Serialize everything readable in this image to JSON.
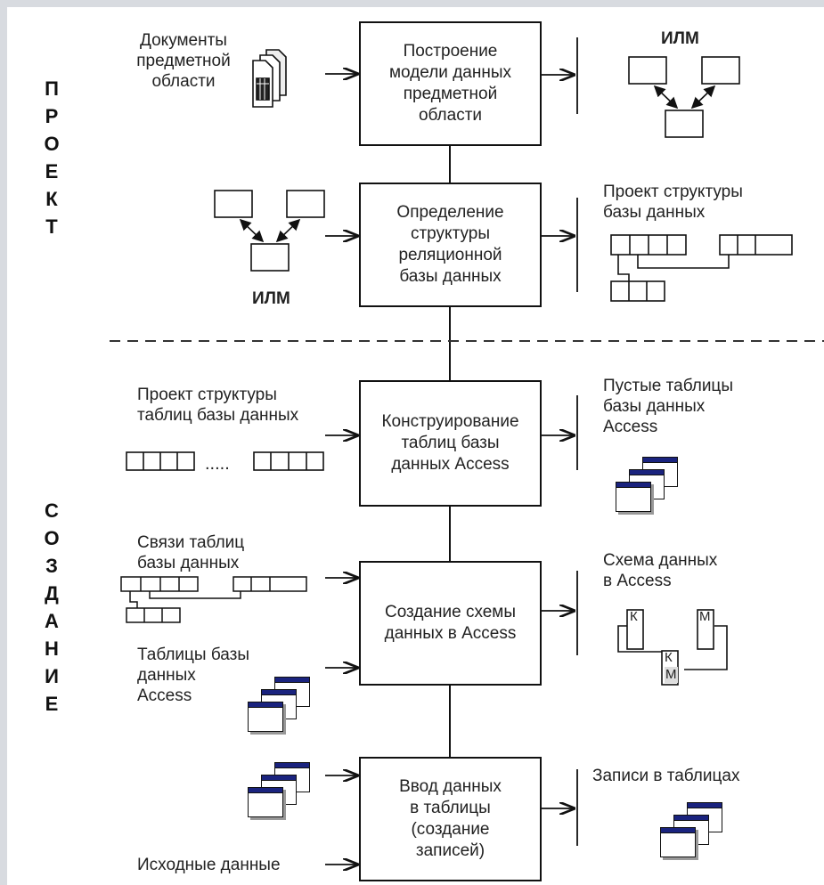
{
  "sections": {
    "top": [
      "П",
      "Р",
      "О",
      "Е",
      "К",
      "Т"
    ],
    "bottom": [
      "С",
      "О",
      "З",
      "Д",
      "А",
      "Н",
      "И",
      "Е"
    ]
  },
  "steps": [
    {
      "text": "Построение\nмодели данных\nпредметной\nобласти"
    },
    {
      "text": "Определение\nструктуры\nреляционной\nбазы данных"
    },
    {
      "text": "Конструирование\nтаблиц базы\nданных Access"
    },
    {
      "text": "Создание схемы\nданных в Access"
    },
    {
      "text": "Ввод данных\nв таблицы\n(создание\nзаписей)"
    }
  ],
  "inputs": {
    "docs": "Документы\nпредметной\nобласти",
    "ilm": "ИЛМ",
    "table_project": "Проект структуры\nтаблиц базы данных",
    "dots": ".....",
    "links": "Связи таблиц\nбазы данных",
    "tables": "Таблицы базы\nданных\nAccess",
    "source": "Исходные данные"
  },
  "outputs": {
    "ilm": "ИЛМ",
    "db_project": "Проект структуры\nбазы данных",
    "empty_tables": "Пустые таблицы\nбазы данных\nAccess",
    "schema": "Схема данных\n         в Access",
    "records": "Записи в таблицах"
  },
  "schema_keys": {
    "k": "К",
    "m": "М"
  },
  "colors": {
    "window_title": "#1a237e",
    "line": "#111111",
    "dash": "#333333"
  }
}
